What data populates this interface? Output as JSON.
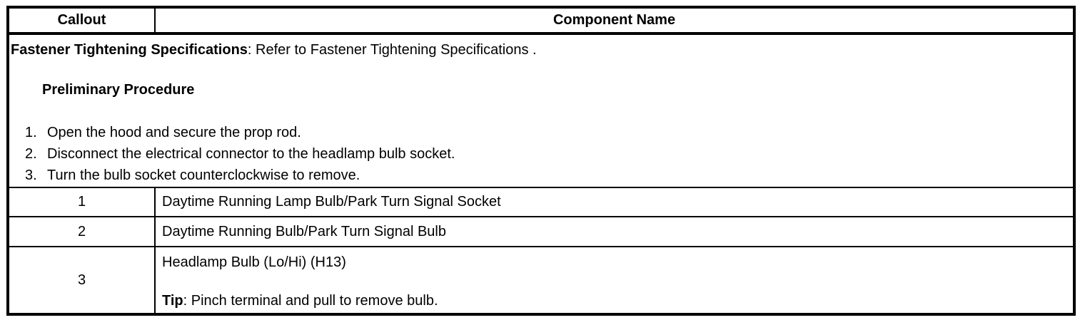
{
  "page": {
    "background_color": "#ffffff",
    "text_color": "#000000",
    "border_color": "#000000"
  },
  "table": {
    "header": {
      "callout": "Callout",
      "component_name": "Component Name"
    },
    "intro": {
      "spec_label": "Fastener Tightening Specifications",
      "spec_text": ": Refer to Fastener Tightening Specifications .",
      "procedure_heading": "Preliminary Procedure",
      "steps": [
        {
          "num": "1.",
          "text": "Open the hood and secure the prop rod."
        },
        {
          "num": "2.",
          "text": "Disconnect the electrical connector to the headlamp bulb socket."
        },
        {
          "num": "3.",
          "text": "Turn the bulb socket counterclockwise to remove."
        }
      ]
    },
    "rows": [
      {
        "callout": "1",
        "component": "Daytime Running Lamp Bulb/Park Turn Signal Socket"
      },
      {
        "callout": "2",
        "component": "Daytime Running Bulb/Park Turn Signal Bulb"
      },
      {
        "callout": "3",
        "component": "Headlamp Bulb (Lo/Hi) (H13)",
        "tip_label": "Tip",
        "tip_text": ": Pinch terminal and pull to remove bulb."
      }
    ]
  }
}
